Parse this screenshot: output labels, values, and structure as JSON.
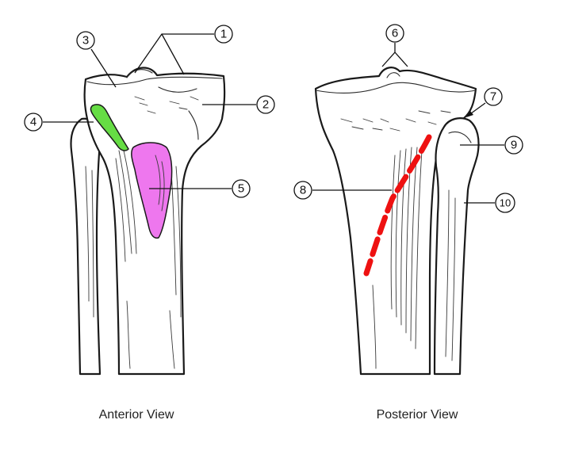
{
  "captions": {
    "anterior": "Anterior View",
    "posterior": "Posterior View"
  },
  "callouts": [
    {
      "label": "1"
    },
    {
      "label": "2"
    },
    {
      "label": "3"
    },
    {
      "label": "4"
    },
    {
      "label": "5"
    },
    {
      "label": "6"
    },
    {
      "label": "7"
    },
    {
      "label": "8"
    },
    {
      "label": "9"
    },
    {
      "label": "10"
    }
  ],
  "colors": {
    "green_region": "#66dd44",
    "magenta_region": "#ee77ee",
    "red_dashed_line": "#ee1111"
  }
}
